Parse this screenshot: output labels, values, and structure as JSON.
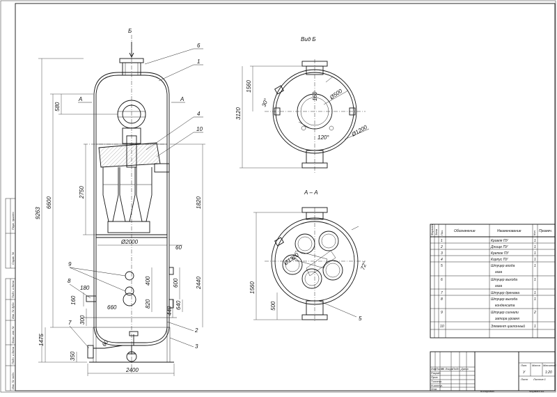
{
  "drawing": {
    "section_marks": {
      "top_view_mark": "Б",
      "cut_mark": "А"
    },
    "view_titles": {
      "view_b": "Вид Б",
      "section_aa": "А – А"
    },
    "dimensions": {
      "d9263": "9263",
      "d6600": "6600",
      "d580": "580",
      "d2750": "2750",
      "d1820": "1820",
      "d2000": "Ø2000",
      "d60a": "60",
      "d2440": "2440",
      "d400": "400",
      "d600": "600",
      "d820": "820",
      "d640": "640",
      "d440": "440",
      "d660": "660",
      "d180": "180",
      "d160": "160",
      "d300": "300",
      "d1475": "1475",
      "d350": "350",
      "d60b": "60",
      "d2400": "2400",
      "v1560": "1560",
      "v3120": "3120",
      "v30": "30°",
      "v160": "160",
      "v500": "Ø500",
      "v1200": "Ø1200",
      "v120": "120°",
      "a1560": "1560",
      "a500": "500",
      "a1320": "Ø1320",
      "a72": "72°"
    },
    "callouts": [
      "6",
      "1",
      "4",
      "10",
      "9",
      "8",
      "7",
      "2",
      "3",
      "5"
    ]
  },
  "spec_table": {
    "headers": {
      "format": "Формат",
      "zone": "Зона",
      "pos": "Поз.",
      "designation": "Обозначение",
      "name": "Наименование",
      "qty": "Кол.",
      "note": "Примеч."
    },
    "rows": [
      {
        "pos": "1",
        "name": "Кровля ПУ",
        "qty": "1"
      },
      {
        "pos": "2",
        "name": "Днище ПУ",
        "qty": "1"
      },
      {
        "pos": "3",
        "name": "Крепеж ПУ",
        "qty": "1"
      },
      {
        "pos": "4",
        "name": "Корпус ПУ",
        "qty": "1"
      },
      {
        "pos": "5",
        "name": "Штуцер входа",
        "name2": "газа",
        "qty": "1"
      },
      {
        "pos": "6",
        "name": "Штуцер выхода",
        "name2": "газа",
        "qty": "1"
      },
      {
        "pos": "7",
        "name": "Штуцер дренажа",
        "qty": "1"
      },
      {
        "pos": "8",
        "name": "Штуцер выхода",
        "name2": "конденсата",
        "qty": "1"
      },
      {
        "pos": "9",
        "name": "Штуцер сигнали",
        "name2": "затора уровня",
        "qty": "2"
      },
      {
        "pos": "10",
        "name": "Элемент циклонный",
        "qty": "1"
      }
    ]
  },
  "title_block": {
    "col_headers": [
      "Изм",
      "Лист",
      "№ докум.",
      "Подп.",
      "Дата"
    ],
    "row_labels": [
      "Разраб.",
      "Пров.",
      "Т.контр.",
      "Н.контр.",
      "Утв."
    ],
    "lit": "Лит.",
    "mass": "Масса",
    "scale": "Масштаб",
    "lit_val": "У",
    "scale_val": "1:20",
    "sheet": "Лист",
    "sheets": "Листов 1"
  },
  "bottom_labels": {
    "copied": "Копировал",
    "format": "Формат А1"
  },
  "side_stamp": [
    "Перв. примен.",
    "Справ. №",
    "Подп. и дата",
    "Инв. № дубл.",
    "Взам. инв. №",
    "Подп. и дата",
    "Инв. № подл."
  ]
}
